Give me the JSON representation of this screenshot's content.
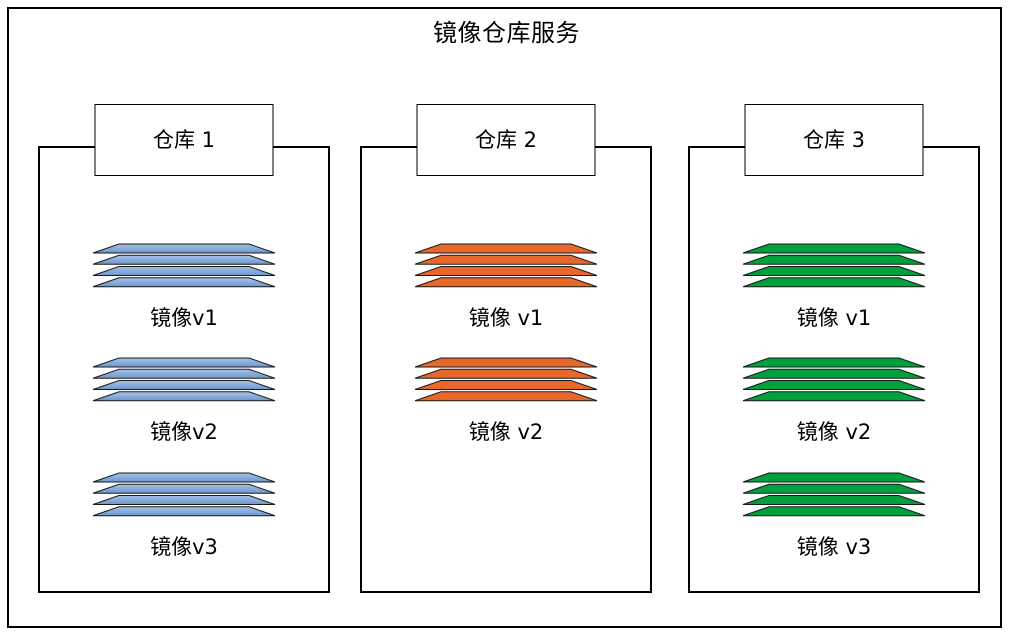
{
  "service": {
    "title": "镜像仓库服务",
    "frame_color": "#000000",
    "background": "#ffffff"
  },
  "repositories": [
    {
      "header": "仓库 1",
      "accent_color": "#7FA7D8",
      "accent_color_dark": "#6E97CE",
      "accent_color_light": "#A3C2E6",
      "images": [
        {
          "label": "镜像v1",
          "layers": 4
        },
        {
          "label": "镜像v2",
          "layers": 4
        },
        {
          "label": "镜像v3",
          "layers": 4
        }
      ]
    },
    {
      "header": "仓库 2",
      "accent_color": "#E8682C",
      "accent_color_dark": "#E8682C",
      "accent_color_light": "#E8682C",
      "images": [
        {
          "label": "镜像 v1",
          "layers": 4
        },
        {
          "label": "镜像 v2",
          "layers": 4
        }
      ]
    },
    {
      "header": "仓库 3",
      "accent_color": "#00A03C",
      "accent_color_dark": "#00A03C",
      "accent_color_light": "#00A03C",
      "images": [
        {
          "label": "镜像 v1",
          "layers": 4
        },
        {
          "label": "镜像 v2",
          "layers": 4
        },
        {
          "label": "镜像 v3",
          "layers": 4
        }
      ]
    }
  ],
  "layout": {
    "repo_left_offsets": [
      38,
      360,
      688
    ],
    "image_top_offsets": [
      96,
      210,
      325
    ]
  }
}
